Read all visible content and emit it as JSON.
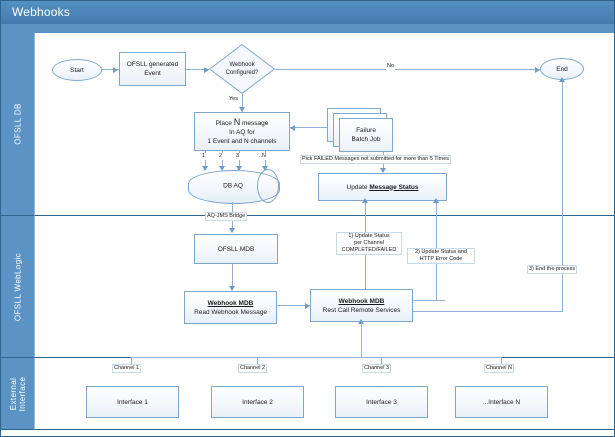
{
  "window": {
    "title": "Webhooks"
  },
  "lanes": [
    {
      "id": "ofsll-db",
      "label": "OFSLL DB"
    },
    {
      "id": "ofsll-weblogic",
      "label": "OFSLL WebLogic"
    },
    {
      "id": "external-interface",
      "label_line1": "External",
      "label_line2": "Interface"
    }
  ],
  "nodes": {
    "start": {
      "label": "Start"
    },
    "end": {
      "label": "End"
    },
    "ofsll_event": {
      "line1": "OFSLL generated",
      "line2": "Event"
    },
    "decision": {
      "line1": "Webhook",
      "line2": "Configured?"
    },
    "place_msg": {
      "line1_a": "Place ",
      "line1_b": "N",
      "line1_c": " message",
      "line2": "In AQ for",
      "line3": "1 Event and N channels"
    },
    "db_aq": {
      "label": "DB AQ"
    },
    "failure_batch": {
      "line1": "Failure",
      "line2": "Batch Job"
    },
    "update_status": {
      "line1": "Update ",
      "line2": "Message Status"
    },
    "ofsll_mdb": {
      "label": "OFSLL MDB"
    },
    "webhook_mdb_read": {
      "line1": "Webhook MDB",
      "line2": "Read Webhook Message"
    },
    "webhook_mdb_rest": {
      "line1": "Webhook MDB",
      "line2": "Rest Call Remote Services"
    },
    "interface_1": {
      "label": "Interface 1"
    },
    "interface_2": {
      "label": "Interface 2"
    },
    "interface_3": {
      "label": "Interface 3"
    },
    "interface_n": {
      "label": "...Interface N"
    }
  },
  "edge_labels": {
    "yes": "Yes",
    "no": "No",
    "aq_ch_1": "1",
    "aq_ch_2": "2",
    "aq_ch_3": "3",
    "aq_ch_n": "..N",
    "pick_failed": "Pick FAILED Messages not submitted for more than 5  Times",
    "aq_jms_bridge": "AQ-JMS Bridge",
    "note_1": {
      "line1": "1)  Update Status",
      "line2": "per Channel",
      "line3": "COMPLETED/FAILED"
    },
    "note_2": {
      "line1": "2) Update Status and",
      "line2": "HTTP Error Code"
    },
    "note_3": "3) End the process",
    "channel_1": "Channel 1",
    "channel_2": "Channel 2",
    "channel_3": "Channel 3",
    "channel_n": "Channel N"
  },
  "colors": {
    "frame_border": "#2f648f",
    "title_bar": "#4a84b8",
    "lane_band": "#5b93c4",
    "shape_border": "#7fa6cc",
    "connector": "#8fb2d4",
    "canvas": "#ffffff"
  }
}
